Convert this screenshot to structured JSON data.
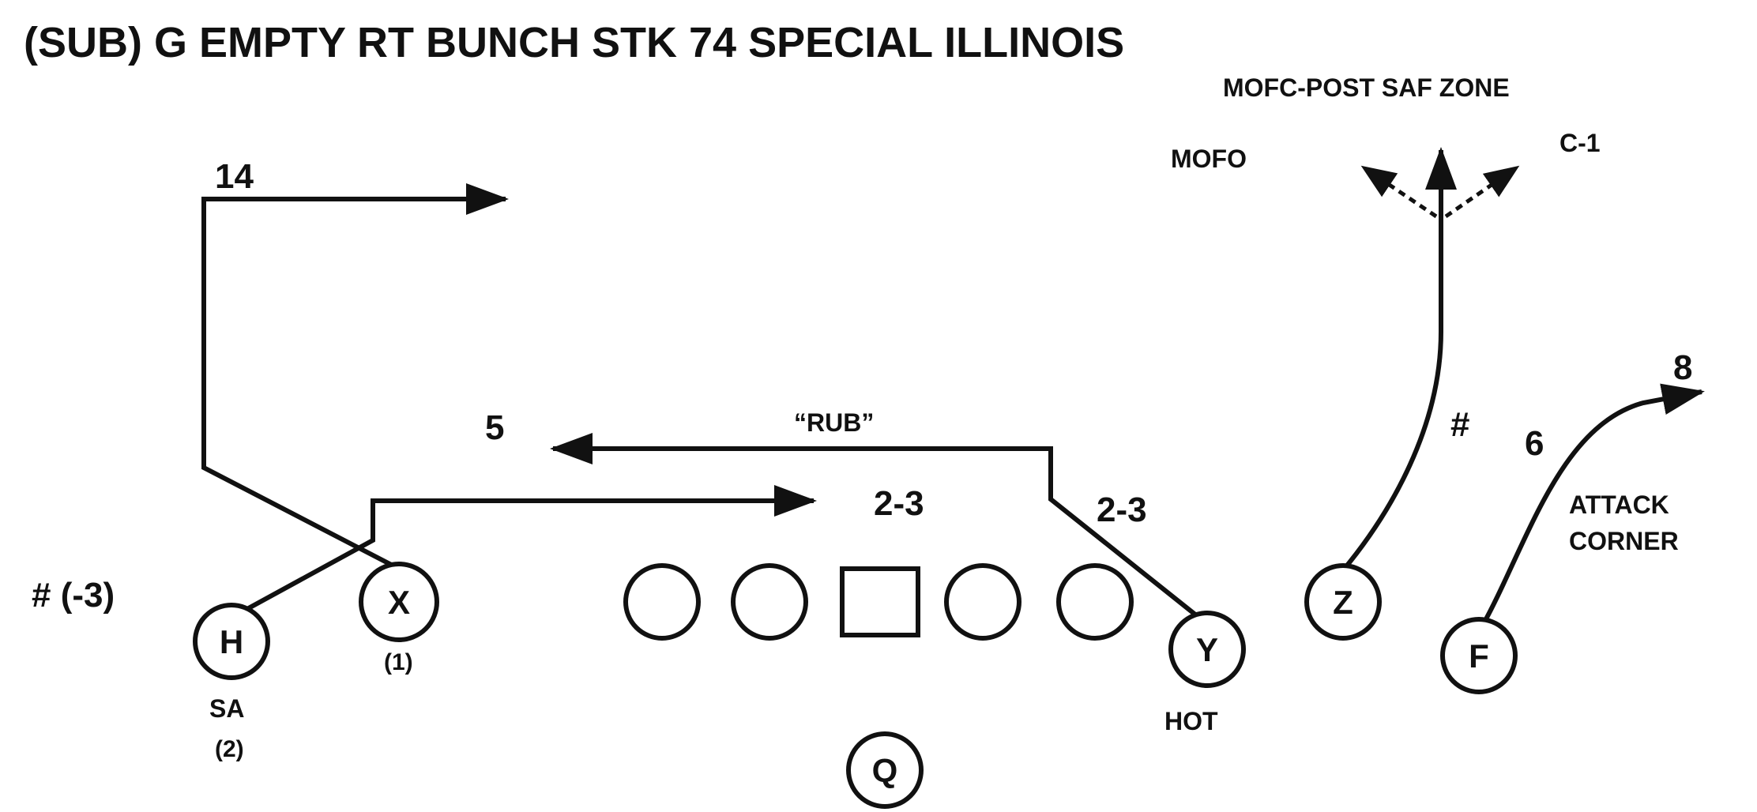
{
  "title": "(SUB) G EMPTY RT BUNCH STK 74 SPECIAL ILLINOIS",
  "players": {
    "x": "X",
    "h": "H",
    "q": "Q",
    "y": "Y",
    "z": "Z",
    "f": "F"
  },
  "labels": {
    "x_depth": "14",
    "rub_depth": "5",
    "rub": "“RUB”",
    "h_depth": "2-3",
    "y_depth": "2-3",
    "h_alignment": "# (-3)",
    "x_number": "(1)",
    "sa": "SA",
    "h_number": "(2)",
    "hot": "HOT",
    "z_hash": "#",
    "z_read": "MOFC-POST SAF ZONE",
    "mofo": "MOFO",
    "c1": "C-1",
    "f_depth_6": "6",
    "f_depth_8": "8",
    "attack": "ATTACK",
    "corner": "CORNER"
  }
}
